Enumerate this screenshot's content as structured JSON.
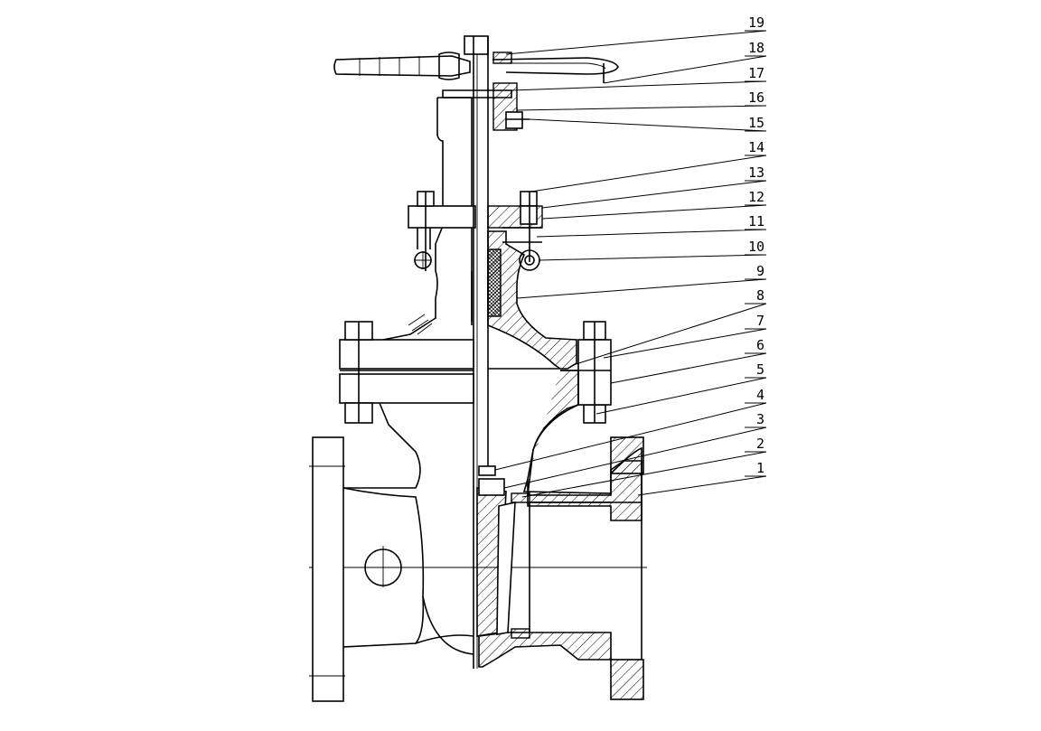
{
  "diagram": {
    "callouts": [
      {
        "label": "19"
      },
      {
        "label": "18"
      },
      {
        "label": "17"
      },
      {
        "label": "16"
      },
      {
        "label": "15"
      },
      {
        "label": "14"
      },
      {
        "label": "13"
      },
      {
        "label": "12"
      },
      {
        "label": "11"
      },
      {
        "label": "10"
      },
      {
        "label": "9"
      },
      {
        "label": "8"
      },
      {
        "label": "7"
      },
      {
        "label": "6"
      },
      {
        "label": "5"
      },
      {
        "label": "4"
      },
      {
        "label": "3"
      },
      {
        "label": "2"
      },
      {
        "label": "1"
      }
    ]
  }
}
